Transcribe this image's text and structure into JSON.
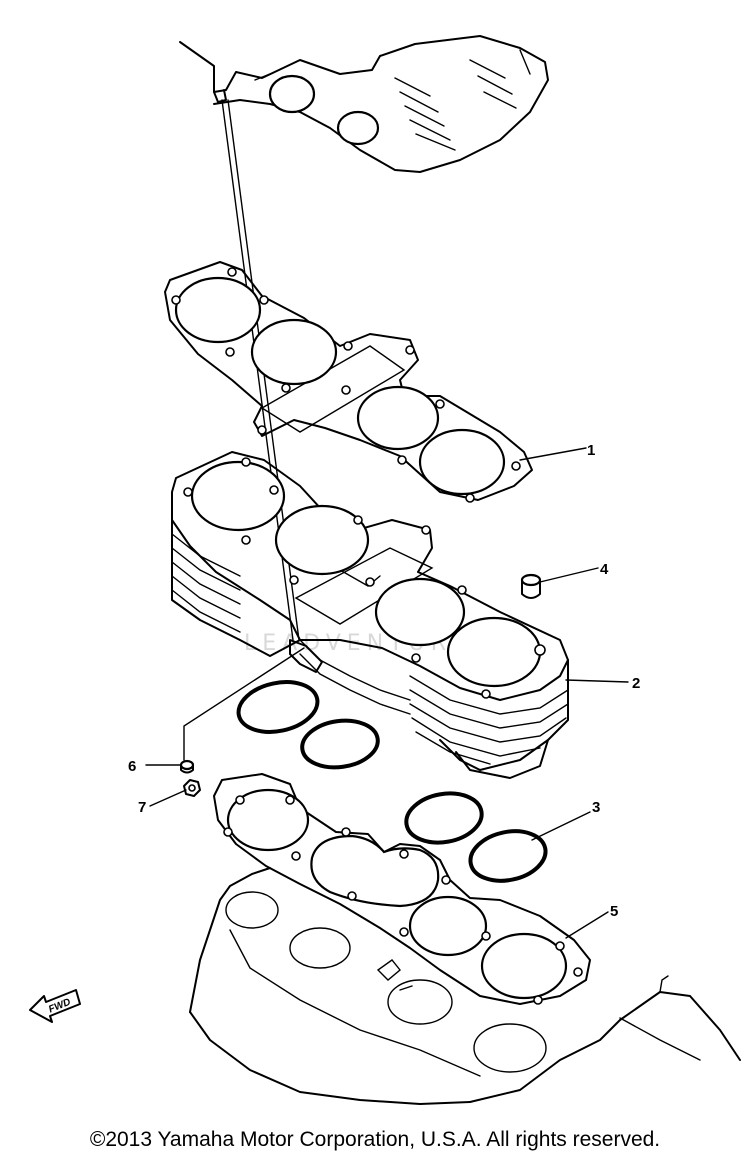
{
  "diagram": {
    "callouts": [
      "1",
      "2",
      "3",
      "4",
      "5",
      "6",
      "7"
    ],
    "fwd_label": "FWD",
    "watermark": "LEADVENTURE"
  },
  "footer": {
    "copyright": "©2013 Yamaha Motor Corporation, U.S.A. All rights reserved."
  }
}
